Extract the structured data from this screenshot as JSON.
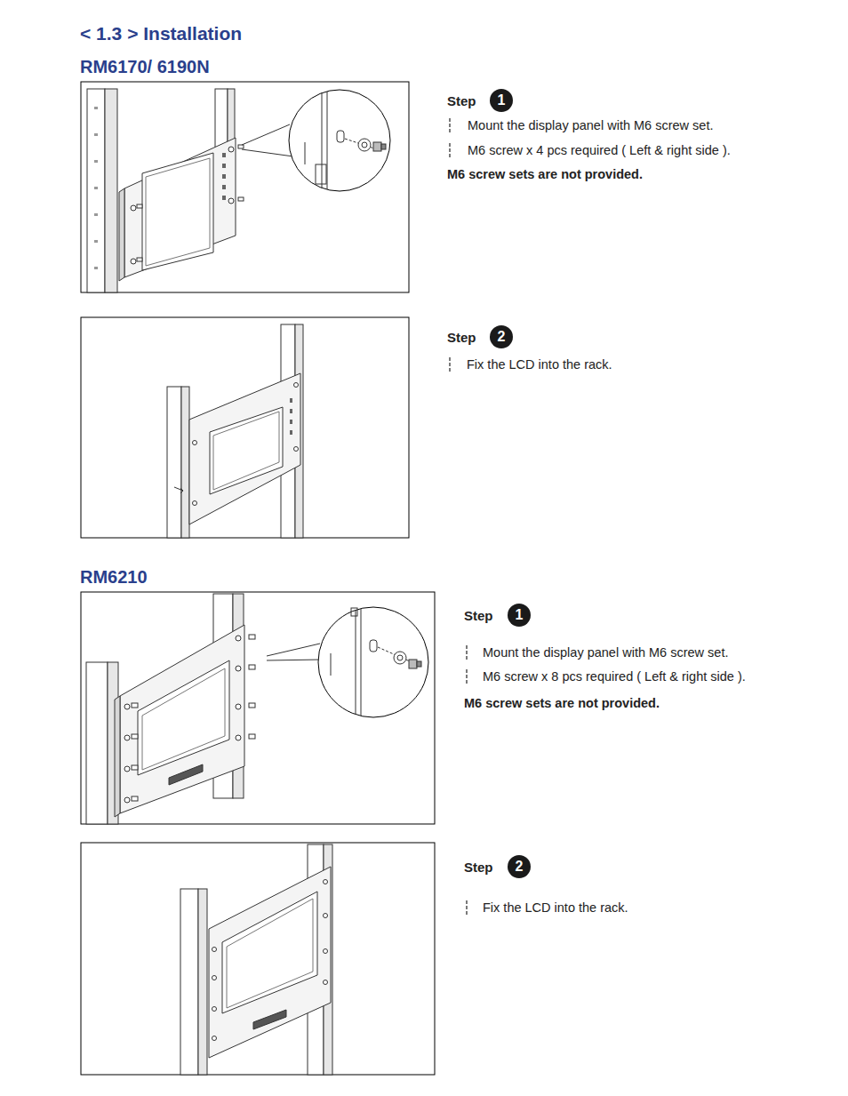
{
  "diagram": {
    "title": "< 1.3 > Installation",
    "nodes": [
      {
        "text": [
          "1"
        ]
      },
      {
        "text": [
          "2"
        ]
      },
      {
        "text": [
          "1"
        ]
      },
      {
        "text": [
          "2"
        ]
      }
    ],
    "labels": [
      "RM6170/ 6190N",
      "Step",
      "Mount the display panel with M6 screw set.",
      "M6 screw x 4 pcs required ( Left & right side ).",
      "M6 screw sets are not provided.",
      "Step",
      "Fix the LCD into the rack.",
      "RM6210",
      "Step",
      "Mount the display panel with M6 screw set.",
      "M6 screw x 8 pcs required ( Left & right side ).",
      "M6 screw sets are not provided.",
      "Step",
      "Fix the LCD into the rack."
    ]
  }
}
